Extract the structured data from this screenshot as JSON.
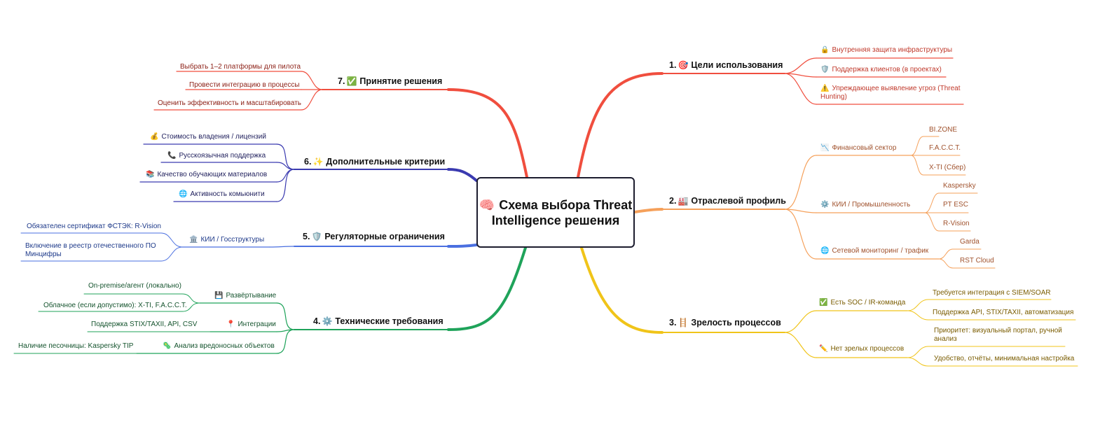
{
  "title": "Схема выбора Threat Intelligence решения",
  "title_icon": "brain-icon",
  "branches": {
    "b1": {
      "num": "1.",
      "label": "Цели использования",
      "icon": "target-icon",
      "color": "#f04e3e",
      "items": {
        "i1": {
          "label": "Внутренняя защита инфраструктуры",
          "icon": "lock-icon"
        },
        "i2": {
          "label": "Поддержка клиентов (в проектах)",
          "icon": "shield-icon"
        },
        "i3": {
          "label": "Упреждающее выявление угроз (Threat Hunting)",
          "icon": "warning-icon"
        }
      }
    },
    "b2": {
      "num": "2.",
      "label": "Отраслевой профиль",
      "icon": "factory-icon",
      "color": "#f5a05a",
      "items": {
        "i1": {
          "label": "Финансовый сектор",
          "icon": "chart-icon",
          "children": [
            "BI.ZONE",
            "F.A.C.C.T.",
            "X-TI (Сбер)"
          ]
        },
        "i2": {
          "label": "КИИ / Промышленность",
          "icon": "gear-icon",
          "children": [
            "Kaspersky",
            "PT ESC",
            "R-Vision"
          ]
        },
        "i3": {
          "label": "Сетевой мониторинг / трафик",
          "icon": "globe-icon",
          "children": [
            "Garda",
            "RST Cloud"
          ]
        }
      }
    },
    "b3": {
      "num": "3.",
      "label": "Зрелость процессов",
      "icon": "ladder-icon",
      "color": "#f0c419",
      "items": {
        "i1": {
          "label": "Есть SOC / IR-команда",
          "icon": "checkbox-icon",
          "children": [
            "Требуется интеграция с SIEM/SOAR",
            "Поддержка API, STIX/TAXII, автоматизация"
          ]
        },
        "i2": {
          "label": "Нет зрелых процессов",
          "icon": "pencil-icon",
          "children": [
            "Приоритет: визуальный портал, ручной анализ",
            "Удобство, отчёты, минимальная настройка"
          ]
        }
      }
    },
    "b4": {
      "num": "4.",
      "label": "Технические требования",
      "icon": "gear-icon",
      "color": "#1fa35a",
      "items": {
        "i1": {
          "label": "Развёртывание",
          "icon": "floppy-icon",
          "children": [
            "On-premise/агент (локально)",
            "Облачное (если допустимо): X-TI, F.A.C.C.T."
          ]
        },
        "i2": {
          "label": "Интеграции",
          "icon": "pin-icon",
          "children": [
            "Поддержка STIX/TAXII, API, CSV"
          ]
        },
        "i3": {
          "label": "Анализ вредоносных объектов",
          "icon": "microbe-icon",
          "children": [
            "Наличие песочницы: Kaspersky TIP"
          ]
        }
      }
    },
    "b5": {
      "num": "5.",
      "label": "Регуляторные ограничения",
      "icon": "shield-icon",
      "color": "#4a6fe0",
      "items": {
        "i1": {
          "label": "КИИ / Госструктуры",
          "icon": "bank-icon",
          "children": [
            "Обязателен сертификат ФСТЭК: R-Vision",
            "Включение в реестр отечественного ПО Минцифры"
          ]
        }
      }
    },
    "b6": {
      "num": "6.",
      "label": "Дополнительные критерии",
      "icon": "sparkle-icon",
      "color": "#3a3ab0",
      "items": {
        "i1": {
          "label": "Стоимость владения / лицензий",
          "icon": "money-bag-icon"
        },
        "i2": {
          "label": "Русскоязычная поддержка",
          "icon": "phone-icon"
        },
        "i3": {
          "label": "Качество обучающих материалов",
          "icon": "books-icon"
        },
        "i4": {
          "label": "Активность комьюнити",
          "icon": "globe-icon"
        }
      }
    },
    "b7": {
      "num": "7.",
      "label": "Принятие решения",
      "icon": "check-icon",
      "color": "#f04e3e",
      "items": {
        "i1": {
          "label": "Выбрать 1–2 платформы для пилота"
        },
        "i2": {
          "label": "Провести интеграцию в процессы"
        },
        "i3": {
          "label": "Оценить эффективность и масштабировать"
        }
      }
    }
  }
}
